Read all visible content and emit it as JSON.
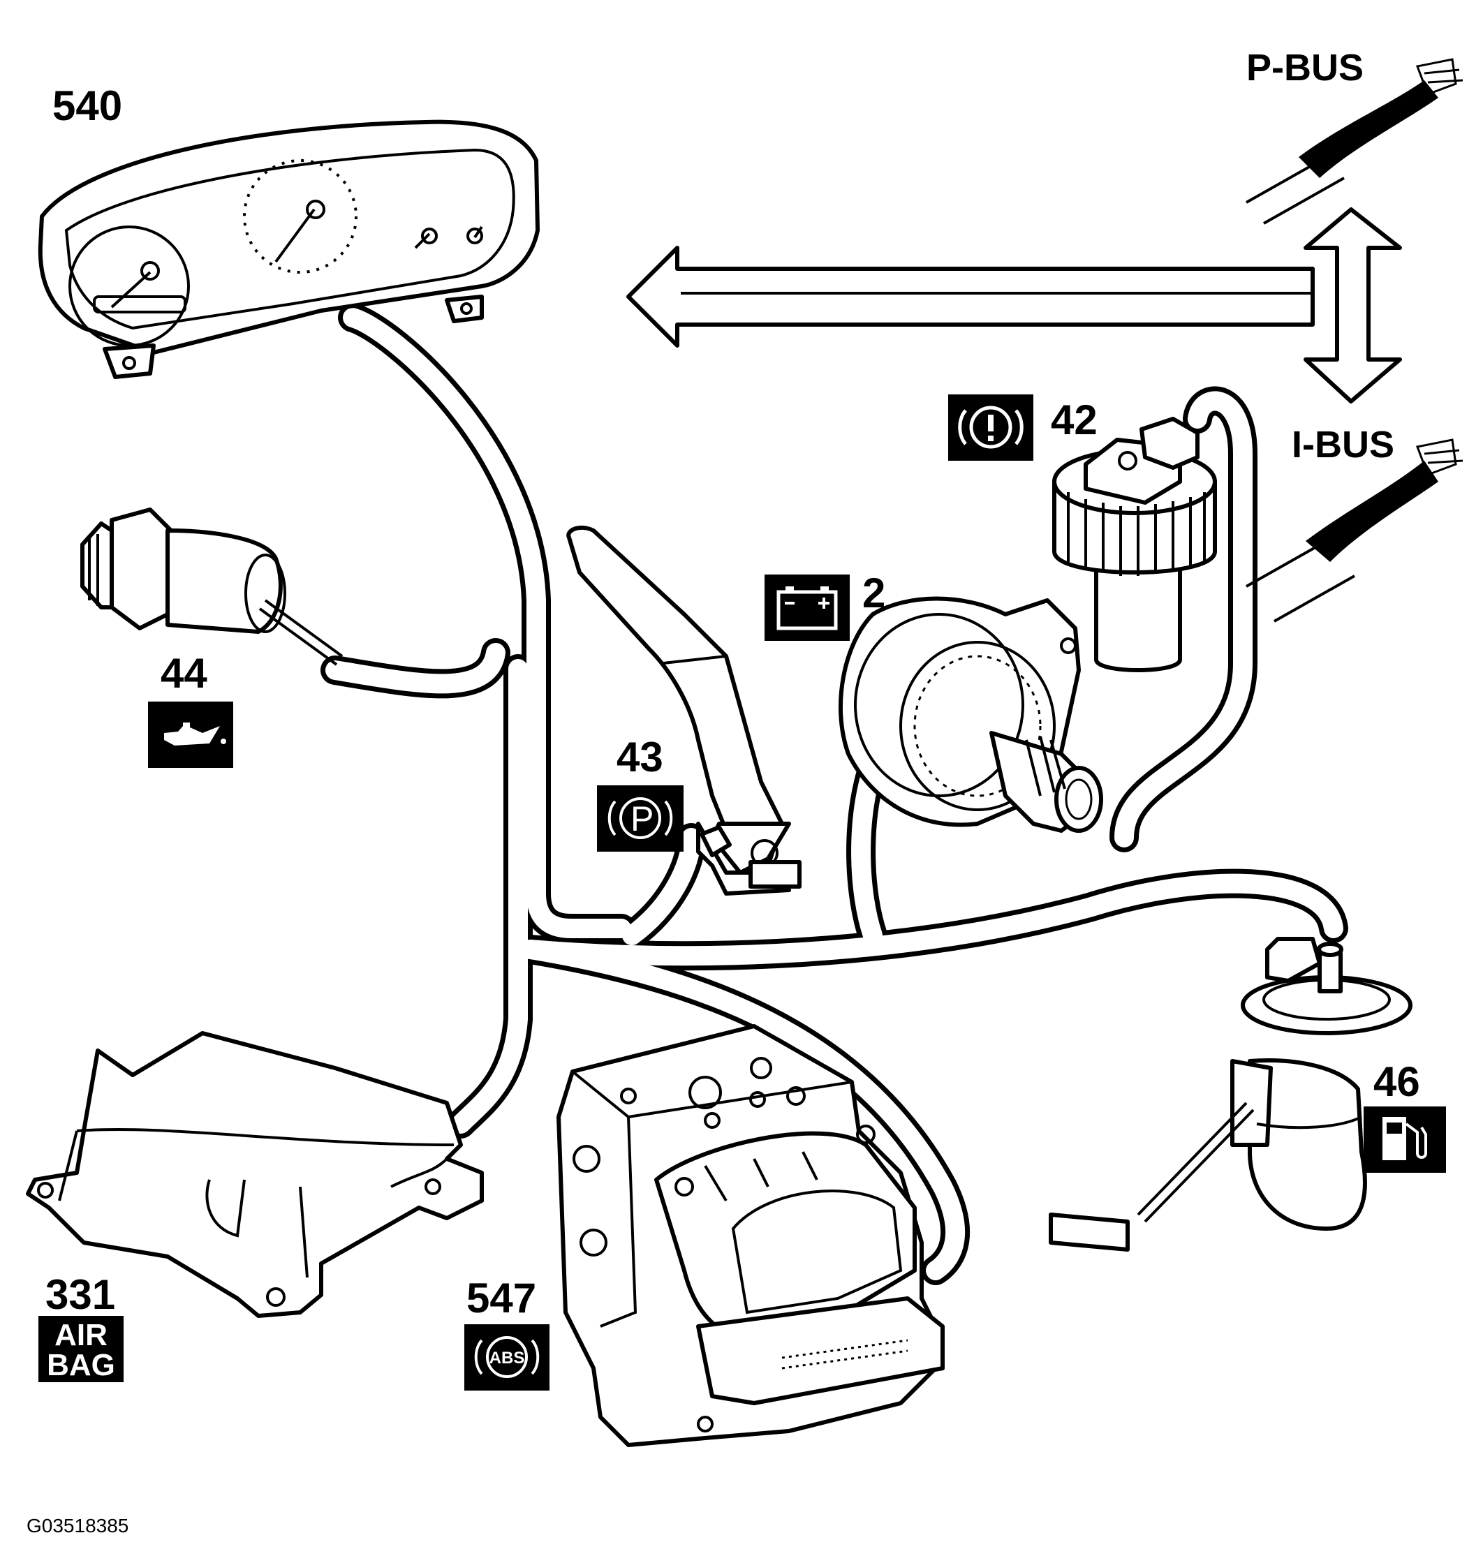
{
  "components": [
    {
      "id": "540",
      "label": "540"
    },
    {
      "id": "44",
      "label": "44"
    },
    {
      "id": "43",
      "label": "43"
    },
    {
      "id": "2",
      "label": "2"
    },
    {
      "id": "42",
      "label": "42"
    },
    {
      "id": "46",
      "label": "46"
    },
    {
      "id": "331",
      "label": "331"
    },
    {
      "id": "547",
      "label": "547"
    }
  ],
  "buses": {
    "p_bus": "P-BUS",
    "i_bus": "I-BUS"
  },
  "symbols": {
    "airbag_line1": "AIR",
    "airbag_line2": "BAG",
    "abs": "ABS",
    "parking_brake": "P"
  },
  "icons": [
    "oil-pressure-icon",
    "battery-icon",
    "brake-fluid-warning-icon",
    "parking-brake-icon",
    "fuel-pump-icon",
    "airbag-icon",
    "abs-icon"
  ],
  "figure_id": "G03518385"
}
